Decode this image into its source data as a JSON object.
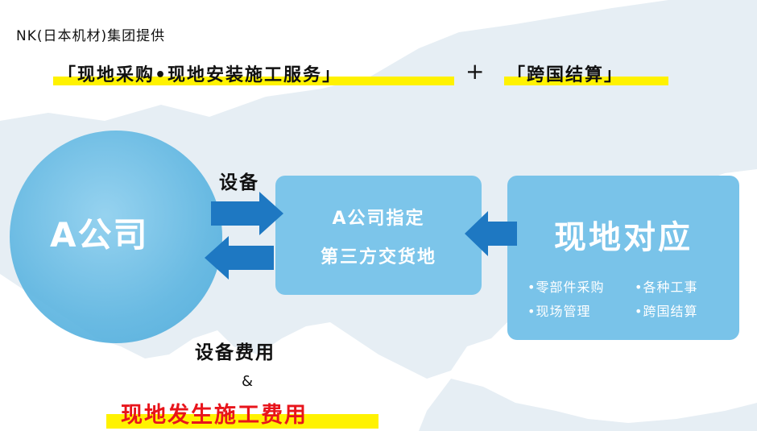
{
  "provider_text": "NK(日本机材)集团提供",
  "headline": {
    "service": "「现地采购•现地安装施工服务」",
    "plus": "+",
    "settlement": "「跨国结算」"
  },
  "company": {
    "label": "A公司"
  },
  "equipment_label": "设备",
  "delivery_point": {
    "line1": "A公司指定",
    "line2": "第三方交货地"
  },
  "local_support": {
    "title": "现地对应",
    "items": [
      "•零部件采购",
      "•各种工事",
      "•现场管理",
      "•跨国结算"
    ]
  },
  "costs": {
    "equipment_cost": "设备费用",
    "and": "&",
    "local_cost": "现地发生施工费用"
  },
  "colors": {
    "highlight": "#fff200",
    "arrow": "#1e78c2",
    "box": "#7cc5ea",
    "circle": "#5fb6e1",
    "local_cost_text": "#e8141b"
  }
}
